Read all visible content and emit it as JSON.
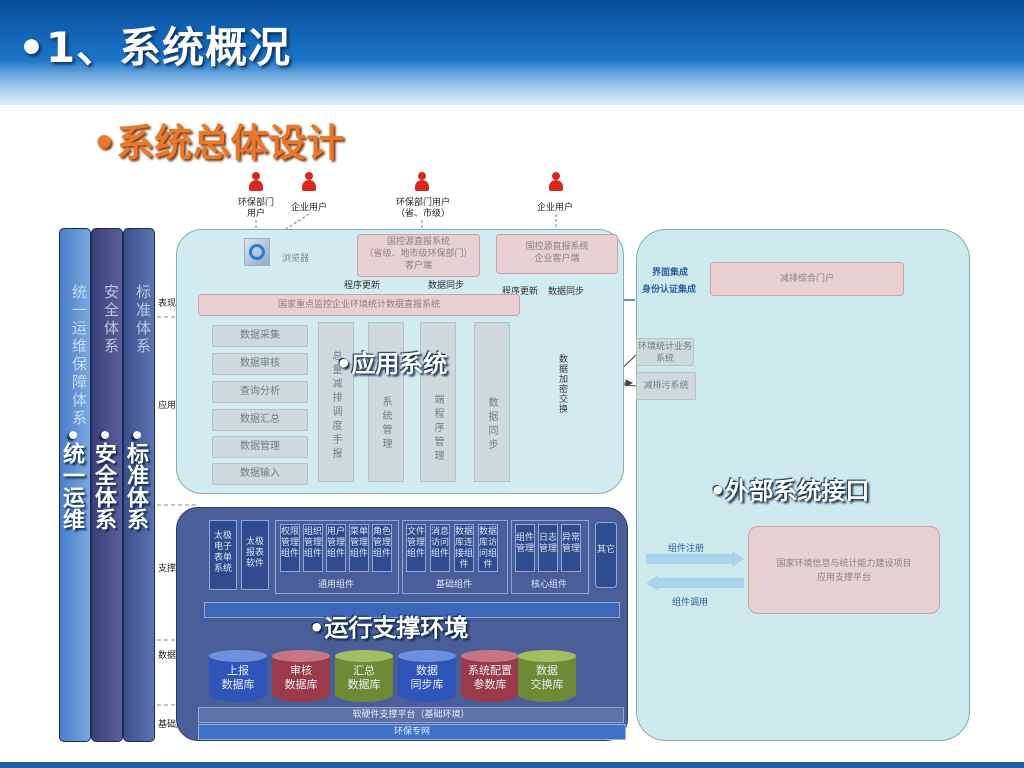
{
  "header": {
    "title": "•1、系统概况",
    "subtitle": "•系统总体设计"
  },
  "users": [
    {
      "label": "环保部门\n用户"
    },
    {
      "label": "企业用户"
    },
    {
      "label": "环保部门用户\n（省、市级）"
    },
    {
      "label": "企业用户"
    }
  ],
  "top": {
    "browser": "浏览器",
    "client_gov": "国控源直报系统\n（省级、地市级环保部门）\n客户端",
    "client_ent": "国控源直报系统\n企业客户端",
    "prog_update_1": "程序更新",
    "data_sync_1": "数据同步",
    "prog_update_2": "程序更新",
    "data_sync_2": "数据同步",
    "platform_bar": "国家重点监控企业环境统计数据直报系统"
  },
  "layers": {
    "presentation": "表现层",
    "application": "应用层",
    "support": "支撑层",
    "data": "数据层",
    "base": "基础层"
  },
  "app_items": [
    "数据采集",
    "数据审核",
    "查询分析",
    "数据汇总",
    "数据管理",
    "数据输入"
  ],
  "app_cols": [
    "总量减排调度手报",
    "系统管理",
    "端程序管理",
    "数据同步"
  ],
  "exchange_label": "数据加密交换",
  "overlays": {
    "app_system": "•应用系统",
    "external": "•外部系统接口",
    "runtime": "•运行支撑环境"
  },
  "pillars": {
    "ops": {
      "text": "统一运维保障体系",
      "label": "•统一运维"
    },
    "security": {
      "text": "安全体系",
      "label": "•安全体系"
    },
    "standard": {
      "text": "标准体系",
      "label": "•标准体系"
    }
  },
  "external": {
    "ui_integration": "界面集成",
    "auth_integration": "身份认证集成",
    "portal": "减排综合门户",
    "env_stats": "环境统计业务系统",
    "reduction": "减排污系统",
    "comp_register": "组件注册",
    "comp_call": "组件调用",
    "platform": "国家环境信息与统计能力建设项目\n应用支撑平台"
  },
  "support": {
    "taiji_forms": "太极电子表单系统",
    "taiji_report": "太极报表软件",
    "common": [
      "权限管理组件",
      "组织管理组件",
      "用户管理组件",
      "菜单管理组件",
      "角色管理组件"
    ],
    "common_label": "通用组件",
    "base": [
      "文件管理组件",
      "消息访问组件",
      "数据库连接组件",
      "数据库访问组件"
    ],
    "base_label": "基础组件",
    "core": [
      "组件管理",
      "日志管理",
      "异常管理"
    ],
    "core_label": "核心组件",
    "other": "其它"
  },
  "databases": [
    {
      "label": "上报\n数据库",
      "color": "#2f55b8"
    },
    {
      "label": "审核\n数据库",
      "color": "#9a3a4a"
    },
    {
      "label": "汇总\n数据库",
      "color": "#6f8a36"
    },
    {
      "label": "数据\n同步库",
      "color": "#2f55b8"
    },
    {
      "label": "系统配置\n参数库",
      "color": "#9a3a4a"
    },
    {
      "label": "数据\n交换库",
      "color": "#6f8a36"
    }
  ],
  "base": {
    "hw_platform": "软硬件支撑平台（基础环境）",
    "network": "环保专网"
  }
}
